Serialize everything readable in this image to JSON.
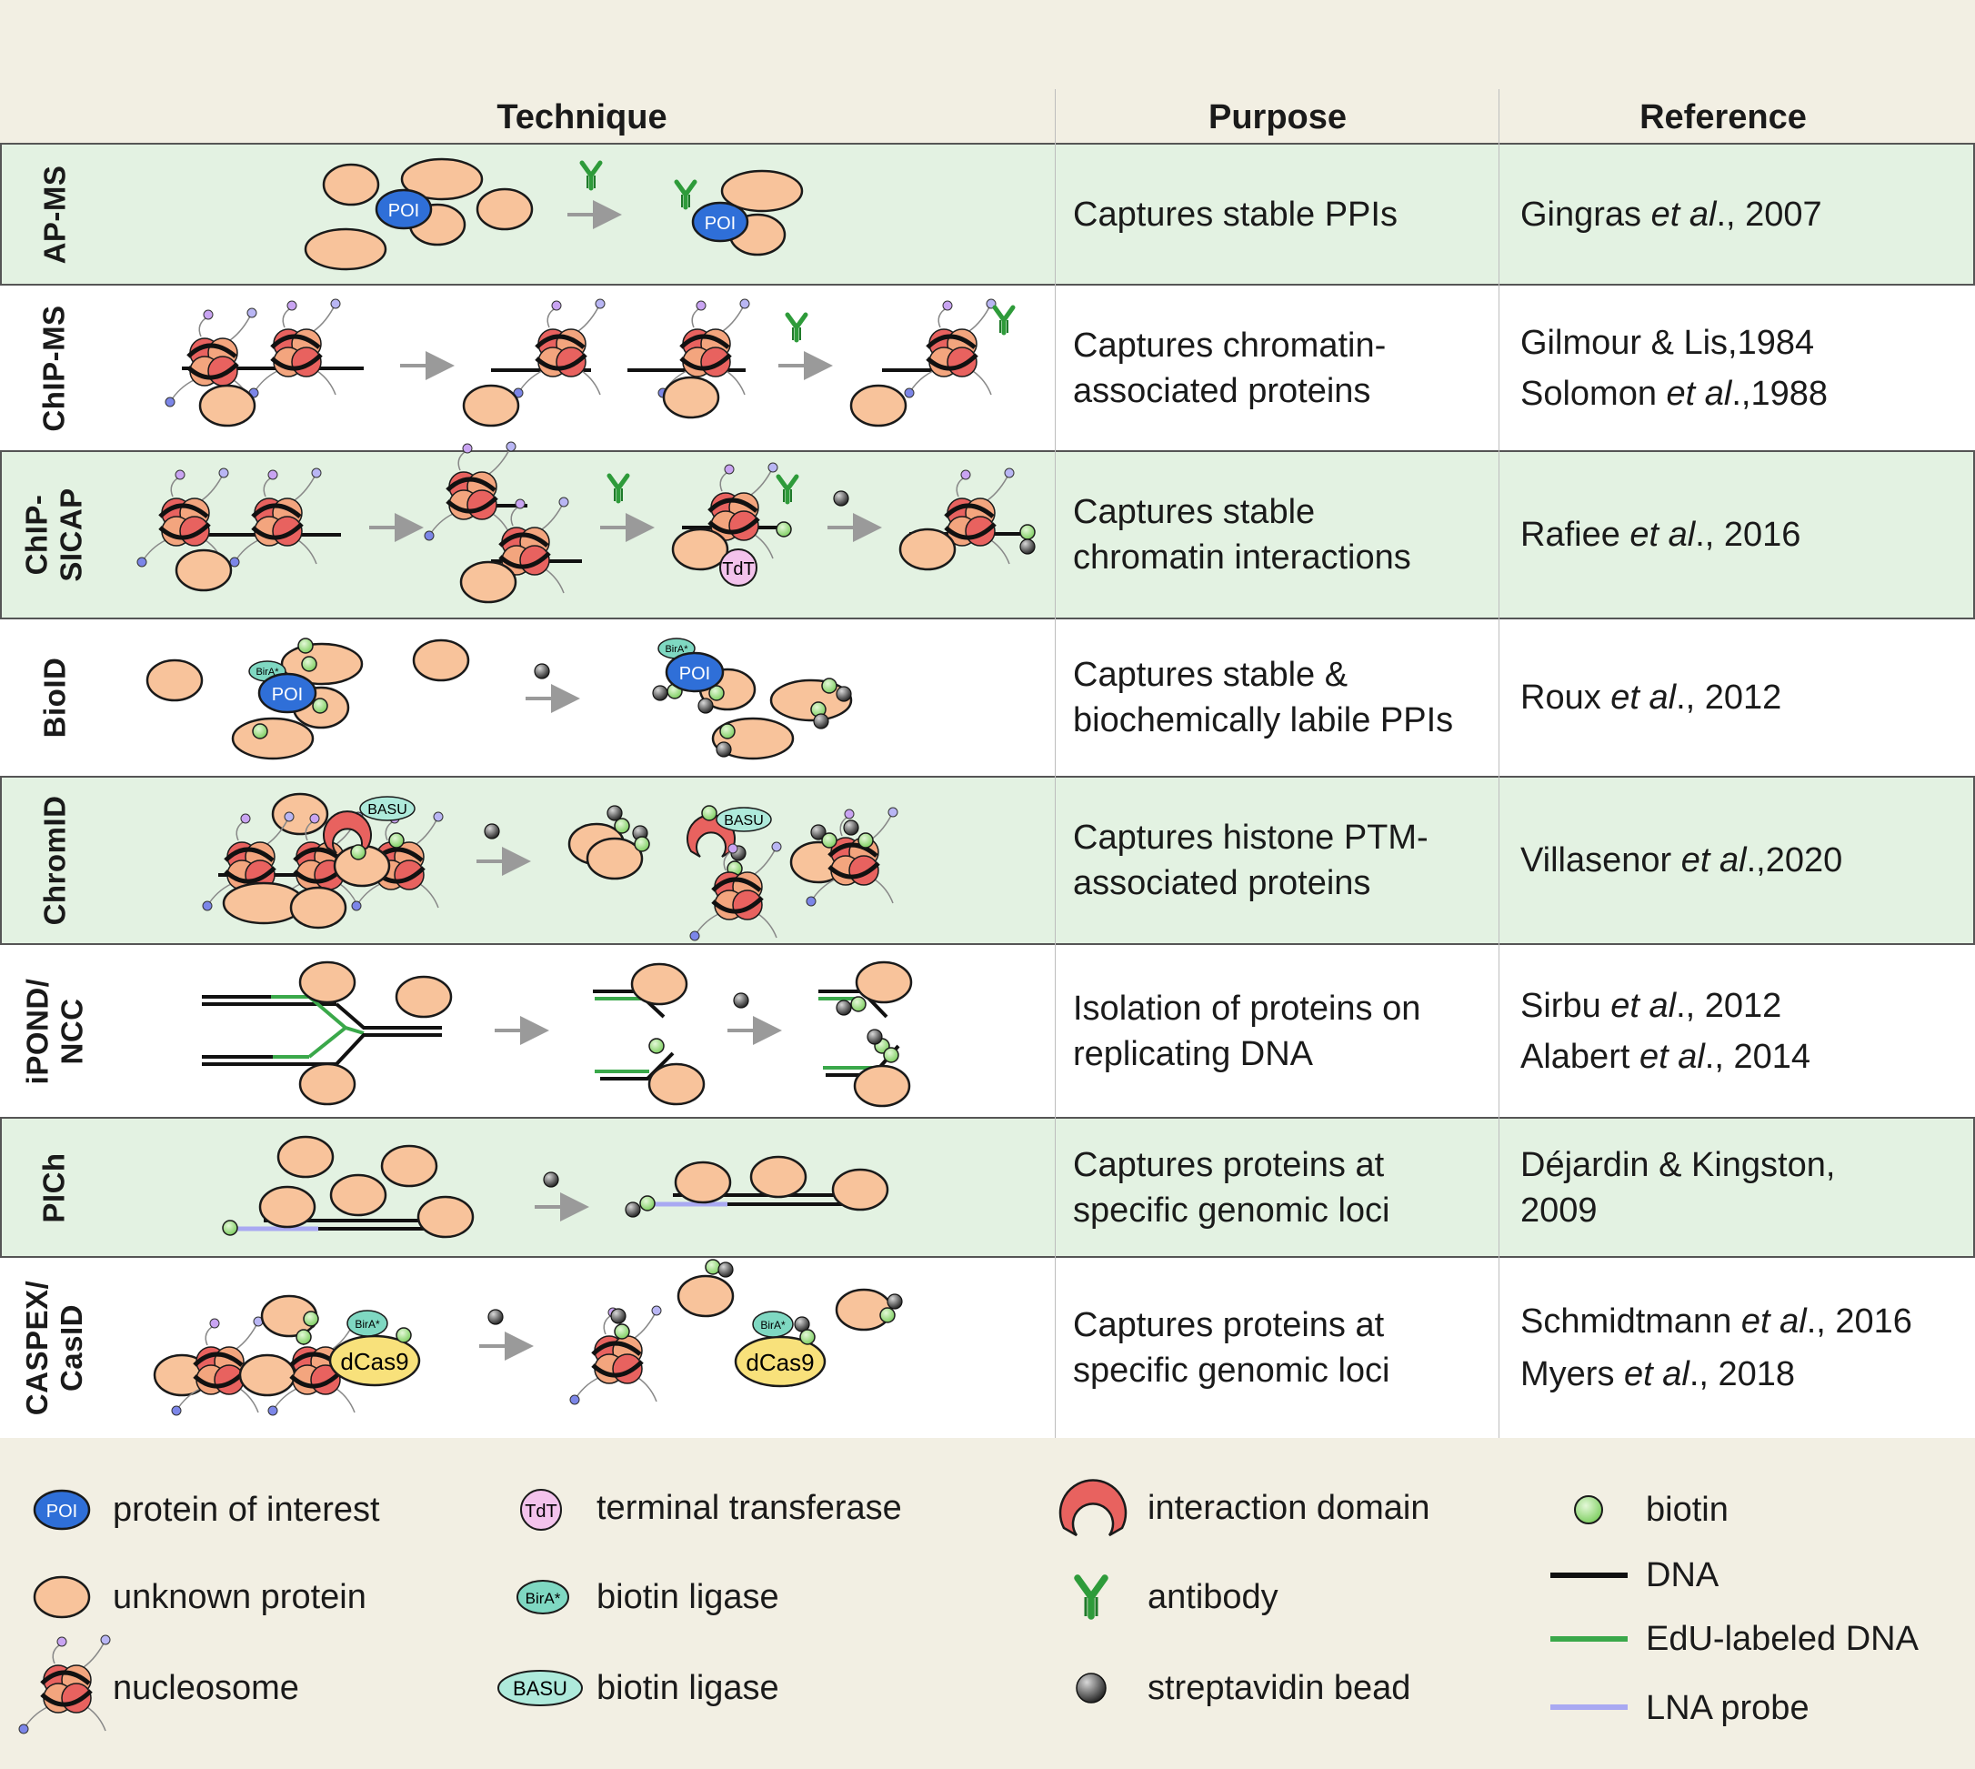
{
  "headers": {
    "technique": "Technique",
    "purpose": "Purpose",
    "reference": "Reference"
  },
  "rows": [
    {
      "label": "AP-MS",
      "purpose": [
        "Captures stable PPIs"
      ],
      "references": [
        {
          "author": "Gingras",
          "etal": "et al",
          "rest": "., 2007"
        }
      ]
    },
    {
      "label": "ChIP-MS",
      "purpose": [
        "Captures chromatin-",
        "associated proteins"
      ],
      "references": [
        {
          "author": "Gilmour & Lis,1984",
          "etal": "",
          "rest": ""
        },
        {
          "author": "Solomon",
          "etal": "et al",
          "rest": ".,1988"
        }
      ]
    },
    {
      "label": "ChIP-\nSICAP",
      "purpose": [
        "Captures stable",
        "chromatin interactions"
      ],
      "references": [
        {
          "author": "Rafiee",
          "etal": "et al",
          "rest": "., 2016"
        }
      ]
    },
    {
      "label": "BioID",
      "purpose": [
        "Captures stable &",
        "biochemically labile PPIs"
      ],
      "references": [
        {
          "author": "Roux",
          "etal": "et al",
          "rest": "., 2012"
        }
      ]
    },
    {
      "label": "ChromID",
      "purpose": [
        "Captures histone PTM-",
        "associated proteins"
      ],
      "references": [
        {
          "author": "Villasenor",
          "etal": "et al",
          "rest": ".,2020"
        }
      ]
    },
    {
      "label": "iPOND/\nNCC",
      "purpose": [
        "Isolation of proteins on",
        "replicating DNA"
      ],
      "references": [
        {
          "author": "Sirbu",
          "etal": "et al",
          "rest": "., 2012"
        },
        {
          "author": "Alabert",
          "etal": "et al",
          "rest": "., 2014"
        }
      ]
    },
    {
      "label": "PICh",
      "purpose": [
        "Captures proteins at",
        "specific genomic loci"
      ],
      "references": [
        {
          "author": "Déjardin & Kingston,",
          "etal": "",
          "rest": ""
        },
        {
          "author": "2009",
          "etal": "",
          "rest": ""
        }
      ]
    },
    {
      "label": "CASPEX/\nCasID",
      "purpose": [
        "Captures proteins at",
        "specific genomic loci"
      ],
      "references": [
        {
          "author": "Schmidtmann",
          "etal": "et al",
          "rest": "., 2016"
        },
        {
          "author": "Myers",
          "etal": "et al",
          "rest": "., 2018"
        }
      ]
    }
  ],
  "glyphs": {
    "poi": "POI",
    "tdt": "TdT",
    "bira": "BirA*",
    "basu": "BASU",
    "dcas9": "dCas9"
  },
  "legend": {
    "poi": "protein of interest",
    "unknown": "unknown protein",
    "nucleosome": "nucleosome",
    "tdt": "terminal transferase",
    "bira": "biotin ligase",
    "basu": "biotin ligase",
    "interaction": "interaction domain",
    "antibody": "antibody",
    "bead": "streptavidin bead",
    "biotin": "biotin",
    "dna": "DNA",
    "edu": "EdU-labeled DNA",
    "lna": "LNA probe"
  },
  "colors": {
    "background": "#f2efe3",
    "row_shade": "#e3f2e2",
    "protein": "#f8c39b",
    "poi": "#2f6fd8",
    "antibody": "#2e9b3a",
    "biotin": "#a6e08c",
    "bead": "#555555",
    "edu_dna": "#3aa84a",
    "lna_probe": "#a9a9f2",
    "interaction": "#e8625f"
  }
}
